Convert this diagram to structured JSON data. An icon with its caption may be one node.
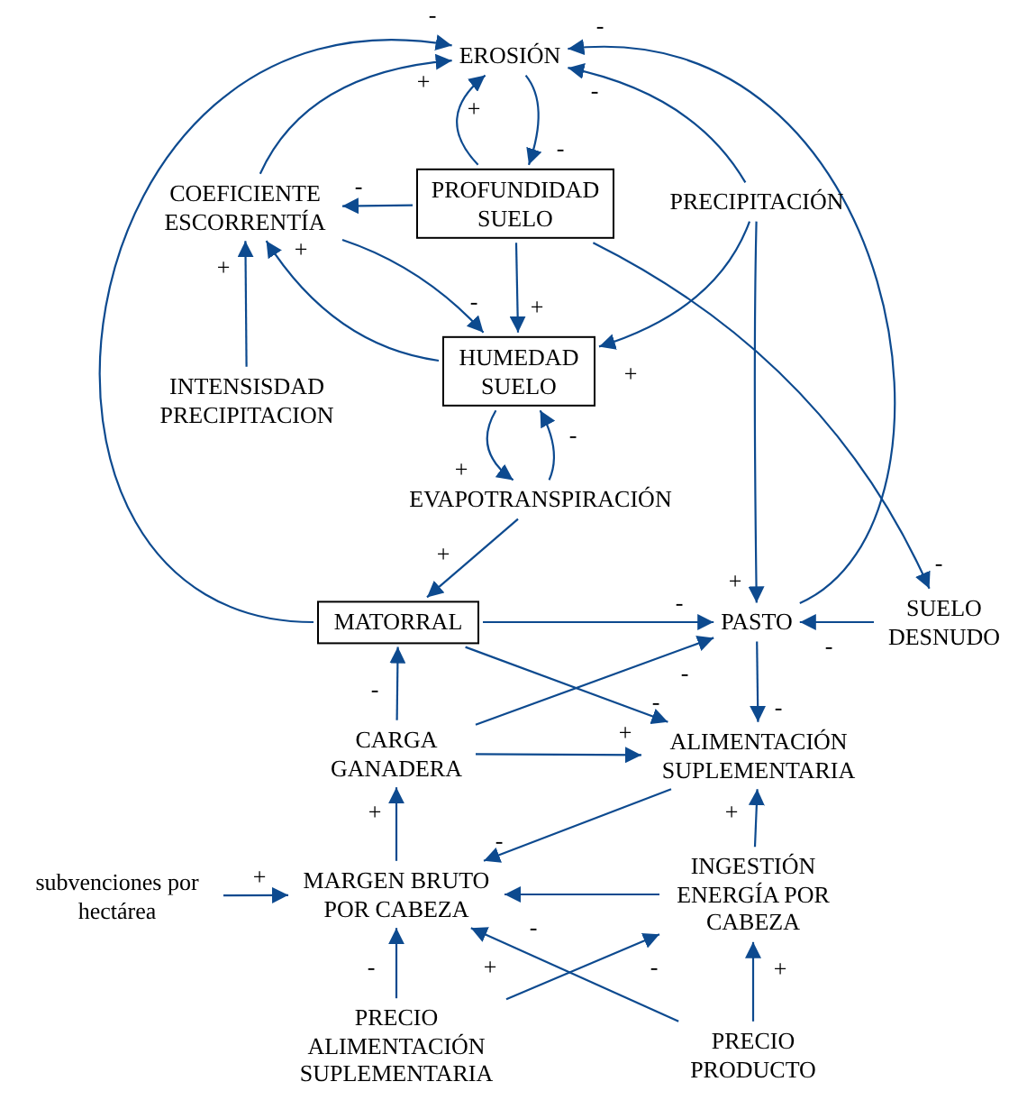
{
  "diagram": {
    "nodes": [
      {
        "text": [
          "EROSIÓN"
        ]
      },
      {
        "text": [
          "COEFICIENTE ESCORRENTÍA"
        ]
      },
      {
        "text": [
          "PROFUNDIDAD SUELO"
        ]
      },
      {
        "text": [
          "PRECIPITACIÓN"
        ]
      },
      {
        "text": [
          "HUMEDAD SUELO"
        ]
      },
      {
        "text": [
          "INTENSISDAD PRECIPITACION"
        ]
      },
      {
        "text": [
          "EVAPOTRANSPIRACIÓN"
        ]
      },
      {
        "text": [
          "MATORRAL"
        ]
      },
      {
        "text": [
          "PASTO"
        ]
      },
      {
        "text": [
          "SUELO DESNUDO"
        ]
      },
      {
        "text": [
          "CARGA GANADERA"
        ]
      },
      {
        "text": [
          "ALIMENTACIÓN SUPLEMENTARIA"
        ]
      },
      {
        "text": [
          "subvenciones por hectárea"
        ]
      },
      {
        "text": [
          "MARGEN BRUTO POR CABEZA"
        ]
      },
      {
        "text": [
          "INGESTIÓN ENERGÍA POR CABEZA"
        ]
      },
      {
        "text": [
          "PRECIO ALIMENTACIÓN SUPLEMENTARIA"
        ]
      },
      {
        "text": [
          "PRECIO PRODUCTO"
        ]
      }
    ],
    "edges": [
      {
        "from": 7,
        "to": 0,
        "arrow": "to",
        "label": "-"
      },
      {
        "from": 1,
        "to": 0,
        "arrow": "to",
        "label": "+"
      },
      {
        "from": 2,
        "to": 0,
        "arrow": "to",
        "label": "+"
      },
      {
        "from": 0,
        "to": 2,
        "arrow": "to",
        "label": "-"
      },
      {
        "from": 8,
        "to": 0,
        "arrow": "to",
        "label": "-"
      },
      {
        "from": 3,
        "to": 0,
        "arrow": "to",
        "label": "-"
      },
      {
        "from": 2,
        "to": 1,
        "arrow": "to",
        "label": "-"
      },
      {
        "from": 2,
        "to": 4,
        "arrow": "to",
        "label": "+"
      },
      {
        "from": 1,
        "to": 4,
        "arrow": "to",
        "label": "-"
      },
      {
        "from": 4,
        "to": 1,
        "arrow": "to",
        "label": "+"
      },
      {
        "from": 5,
        "to": 1,
        "arrow": "to",
        "label": "+"
      },
      {
        "from": 3,
        "to": 4,
        "arrow": "to",
        "label": "+"
      },
      {
        "from": 3,
        "to": 8,
        "arrow": "to",
        "label": "+"
      },
      {
        "from": 2,
        "to": 9,
        "arrow": "to",
        "label": "-"
      },
      {
        "from": 4,
        "to": 6,
        "arrow": "to",
        "label": "+"
      },
      {
        "from": 6,
        "to": 4,
        "arrow": "to",
        "label": "-"
      },
      {
        "from": 6,
        "to": 7,
        "arrow": "to",
        "label": "+"
      },
      {
        "from": 7,
        "to": 8,
        "arrow": "to",
        "label": "-"
      },
      {
        "from": 9,
        "to": 8,
        "arrow": "to",
        "label": "-"
      },
      {
        "from": 7,
        "to": 11,
        "arrow": "to",
        "label": "-"
      },
      {
        "from": 10,
        "to": 8,
        "arrow": "to",
        "label": "-"
      },
      {
        "from": 10,
        "to": 7,
        "arrow": "to",
        "label": "-"
      },
      {
        "from": 10,
        "to": 11,
        "arrow": "to",
        "label": "+"
      },
      {
        "from": 8,
        "to": 11,
        "arrow": "to",
        "label": "-"
      },
      {
        "from": 11,
        "to": 13,
        "arrow": "to",
        "label": "-"
      },
      {
        "from": 13,
        "to": 10,
        "arrow": "to",
        "label": "+"
      },
      {
        "from": 12,
        "to": 13,
        "arrow": "to",
        "label": "+"
      },
      {
        "from": 14,
        "to": 11,
        "arrow": "to",
        "label": "+"
      },
      {
        "from": 14,
        "to": 13,
        "arrow": "to",
        "label": "-"
      },
      {
        "from": 15,
        "to": 13,
        "arrow": "to",
        "label": "-"
      },
      {
        "from": 15,
        "to": 14,
        "arrow": "to",
        "label": "-"
      },
      {
        "from": 16,
        "to": 13,
        "arrow": "to",
        "label": "+"
      },
      {
        "from": 16,
        "to": 14,
        "arrow": "to",
        "label": "+"
      }
    ]
  }
}
